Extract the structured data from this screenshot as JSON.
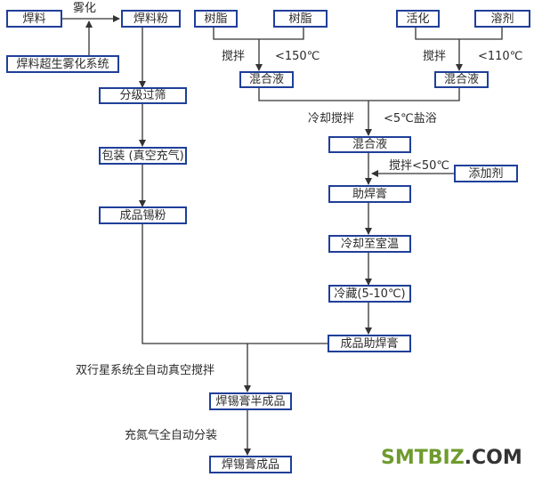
{
  "nodes": {
    "solder": "焊料",
    "atomize_system": "焊料超生雾化系统",
    "solder_powder": "焊料粉",
    "classify": "分级过筛",
    "package": "包装 (真空充气)",
    "tin_powder": "成品锡粉",
    "resin_1": "树脂",
    "resin_2": "树脂",
    "activator": "活化",
    "solvent": "溶剂",
    "mix_1": "混合液",
    "mix_2": "混合液",
    "mix_3": "混合液",
    "additive": "添加剂",
    "flux": "助焊膏",
    "cool_room": "冷却至室温",
    "refrigerate": "冷藏(5-10℃)",
    "flux_product": "成品助焊膏",
    "semi_product": "焊锡膏半成品",
    "final_product": "焊锡膏成品"
  },
  "labels": {
    "atomize": "雾化",
    "stir_a": "搅拌",
    "temp_150": "<150℃",
    "stir_b": "搅拌",
    "temp_110": "<110℃",
    "cool_stir": "冷却搅拌",
    "brine": "<5℃盐浴",
    "stir_50": "搅拌<50℃",
    "planetary": "双行星系统全自动真空搅拌",
    "nitrogen": "充氮气全自动分装"
  },
  "brand": {
    "part1": "SMTBIZ",
    "part2": ".COM"
  },
  "colors": {
    "box_border": "#1f3f99",
    "line": "#333333",
    "brand_green": "#6f9b2e"
  }
}
